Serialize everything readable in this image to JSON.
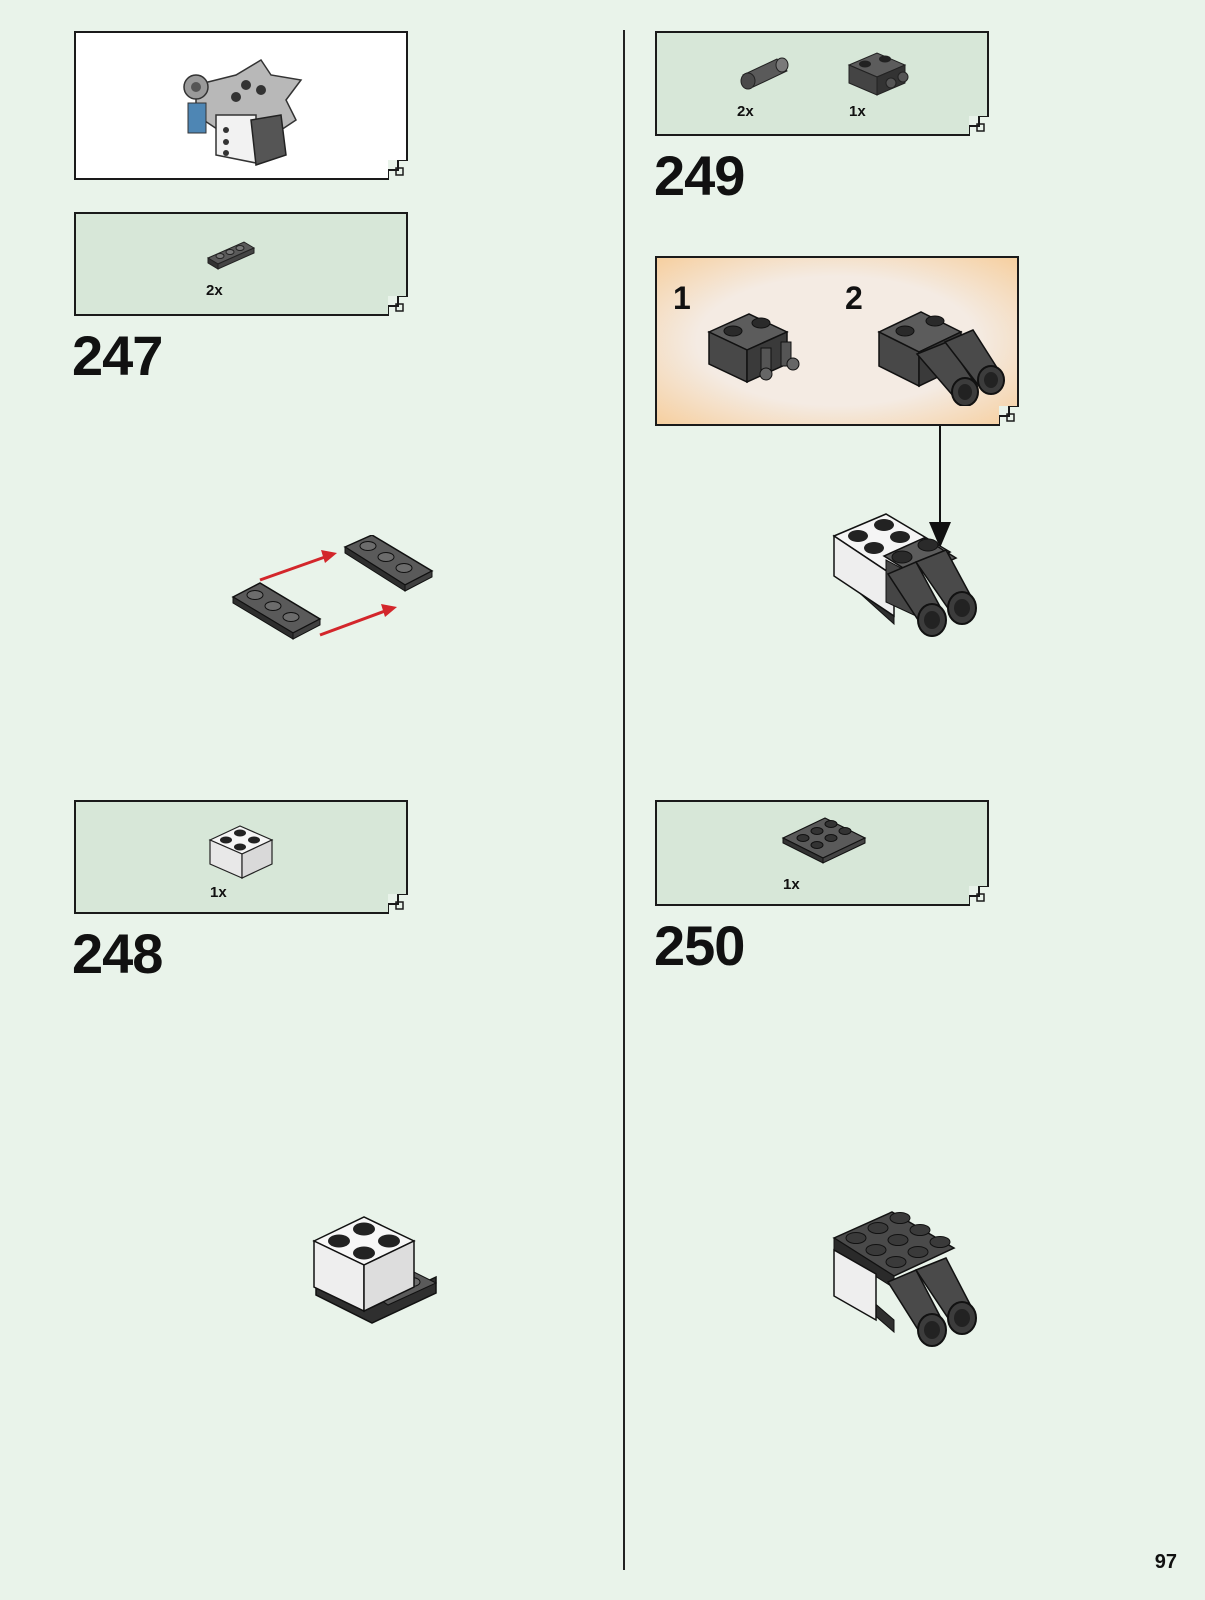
{
  "steps": [
    {
      "number": "247",
      "parts": [
        {
          "qty": "2x",
          "icon": "dark-gray-1x4-plate-icon"
        }
      ]
    },
    {
      "number": "248",
      "parts": [
        {
          "qty": "1x",
          "icon": "white-2x2-brick-icon"
        }
      ]
    },
    {
      "number": "249",
      "parts": [
        {
          "qty": "2x",
          "icon": "dark-gray-pin-connector-icon"
        },
        {
          "qty": "1x",
          "icon": "dark-gray-brick-with-pins-icon"
        }
      ]
    },
    {
      "number": "250",
      "parts": [
        {
          "qty": "1x",
          "icon": "dark-gray-2x3-plate-icon"
        }
      ]
    }
  ],
  "substeps": [
    {
      "label": "1"
    },
    {
      "label": "2"
    }
  ],
  "page_number": "97",
  "colors": {
    "background": "#e9f3ea",
    "partbox": "#d7e7d8",
    "arrow_red": "#d3262b",
    "brick_dark": "#4a4a4a",
    "brick_white": "#f2f2f2"
  }
}
